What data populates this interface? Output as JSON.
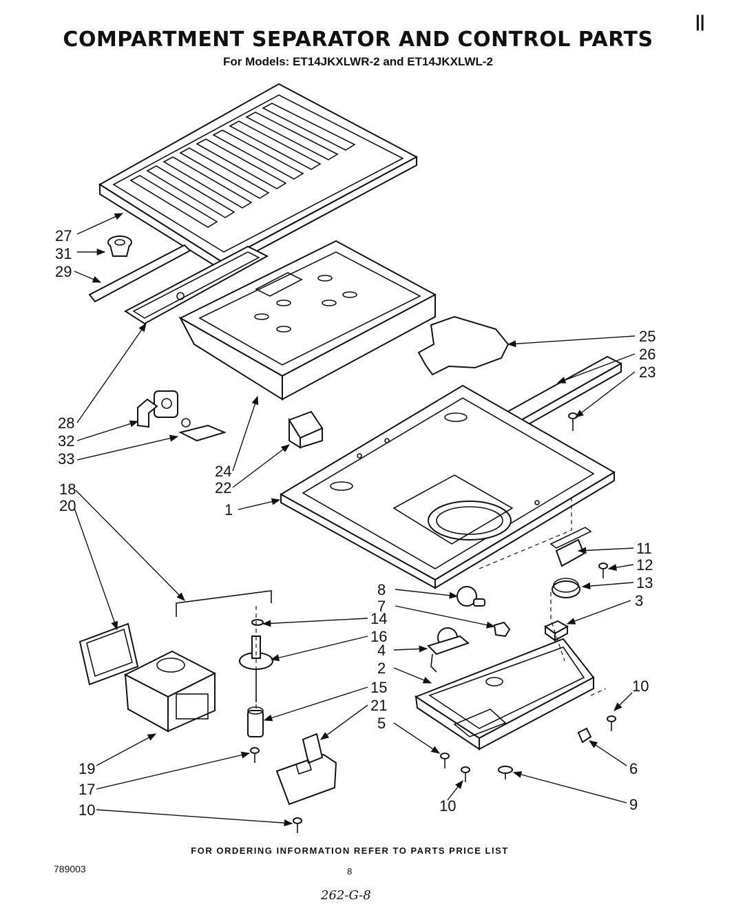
{
  "header": {
    "title": "COMPARTMENT SEPARATOR AND CONTROL PARTS",
    "subtitle": "For Models: ET14JKXLWR-2 and ET14JKXLWL-2",
    "corner_mark": "||"
  },
  "callouts": {
    "c27": "27",
    "c31": "31",
    "c29": "29",
    "c28": "28",
    "c32": "32",
    "c33": "33",
    "c18": "18",
    "c20": "20",
    "c24": "24",
    "c22": "22",
    "c1": "1",
    "c25": "25",
    "c26": "26",
    "c23": "23",
    "c11": "11",
    "c12": "12",
    "c13": "13",
    "c8": "8",
    "c7": "7",
    "c3": "3",
    "c14": "14",
    "c16": "16",
    "c4": "4",
    "c2": "2",
    "c15": "15",
    "c21": "21",
    "c5": "5",
    "c10a": "10",
    "c6": "6",
    "c19": "19",
    "c17": "17",
    "c10b": "10",
    "c10c": "10",
    "c9": "9"
  },
  "footer": {
    "note": "FOR ORDERING INFORMATION REFER TO PARTS PRICE LIST",
    "doc_number": "789003",
    "page_number": "8",
    "handwritten": "262-G-8"
  }
}
